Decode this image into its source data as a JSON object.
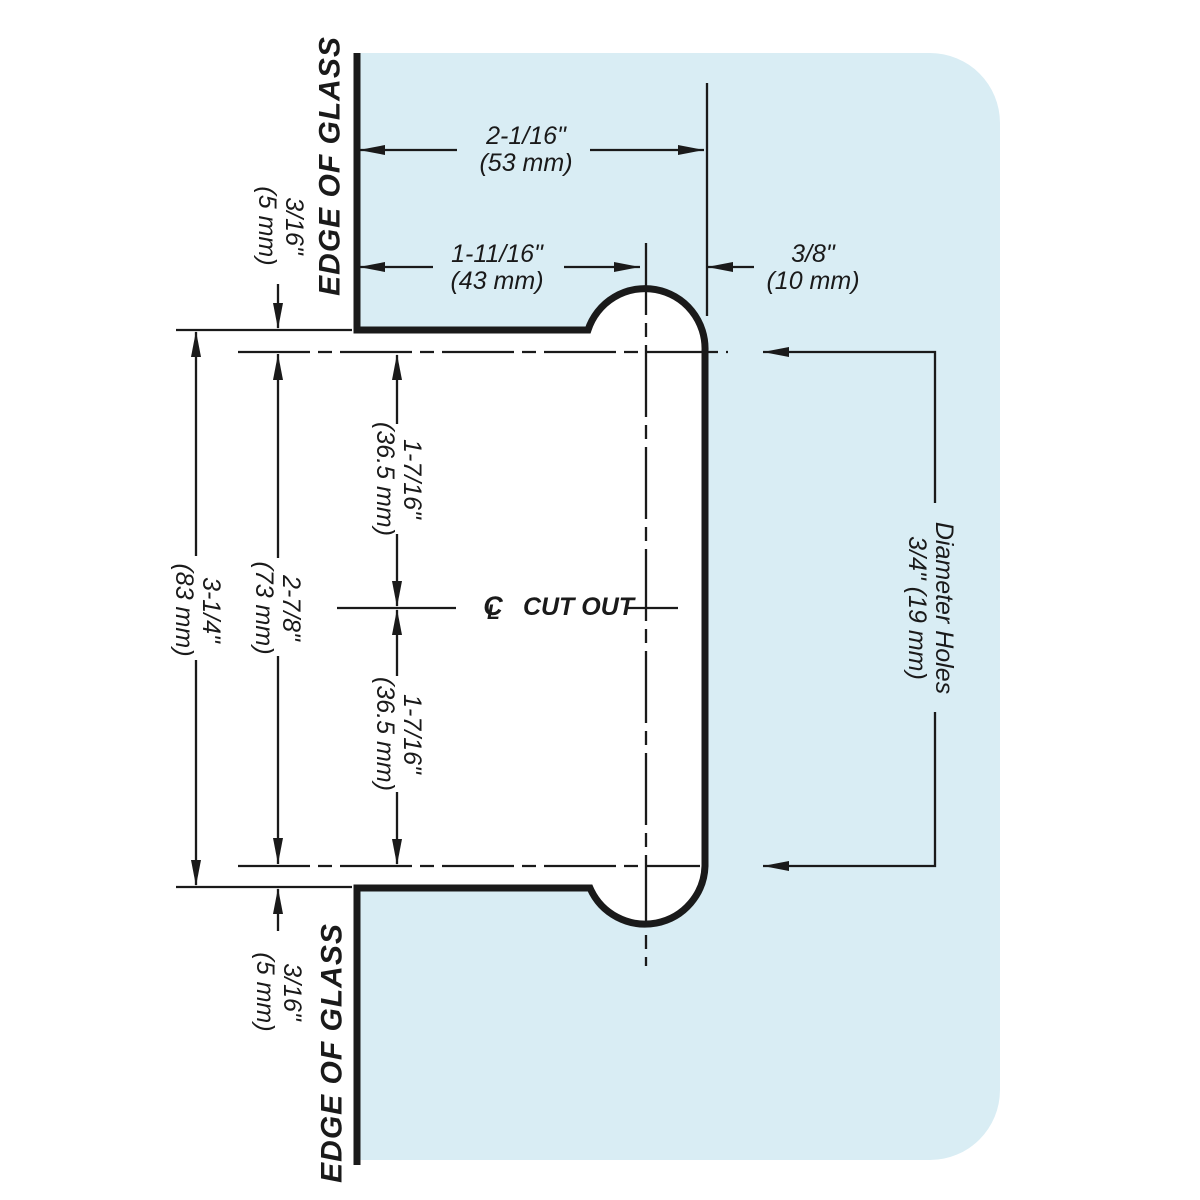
{
  "diagram": {
    "glass_label_top": "EDGE OF GLASS",
    "glass_label_bottom": "EDGE OF GLASS",
    "cutout_label": "CUT OUT",
    "centerline_c": "C",
    "centerline_l": "L"
  },
  "dimensions": {
    "cutout_width": {
      "inches": "2-1/16\"",
      "metric": "(53 mm)"
    },
    "edge_to_hole_center": {
      "inches": "1-11/16\"",
      "metric": "(43 mm)"
    },
    "hole_center_to_cutout_edge": {
      "inches": "3/8\"",
      "metric": "(10 mm)"
    },
    "top_edge_to_hole_center": {
      "inches": "3/16\"",
      "metric": "(5 mm)"
    },
    "upper_hole_to_centerline": {
      "inches": "1-7/16\"",
      "metric": "(36.5 mm)"
    },
    "lower_hole_to_centerline": {
      "inches": "1-7/16\"",
      "metric": "(36.5 mm)"
    },
    "hole_to_hole": {
      "inches": "2-7/8\"",
      "metric": "(73 mm)"
    },
    "cutout_height": {
      "inches": "3-1/4\"",
      "metric": "(83 mm)"
    },
    "bottom_edge_to_hole_center": {
      "inches": "3/16\"",
      "metric": "(5 mm)"
    },
    "holes": {
      "label": "Diameter Holes",
      "size": "3/4\" (19 mm)"
    }
  },
  "colors": {
    "glass": "#d9edf4",
    "line": "#1a1a1a"
  }
}
